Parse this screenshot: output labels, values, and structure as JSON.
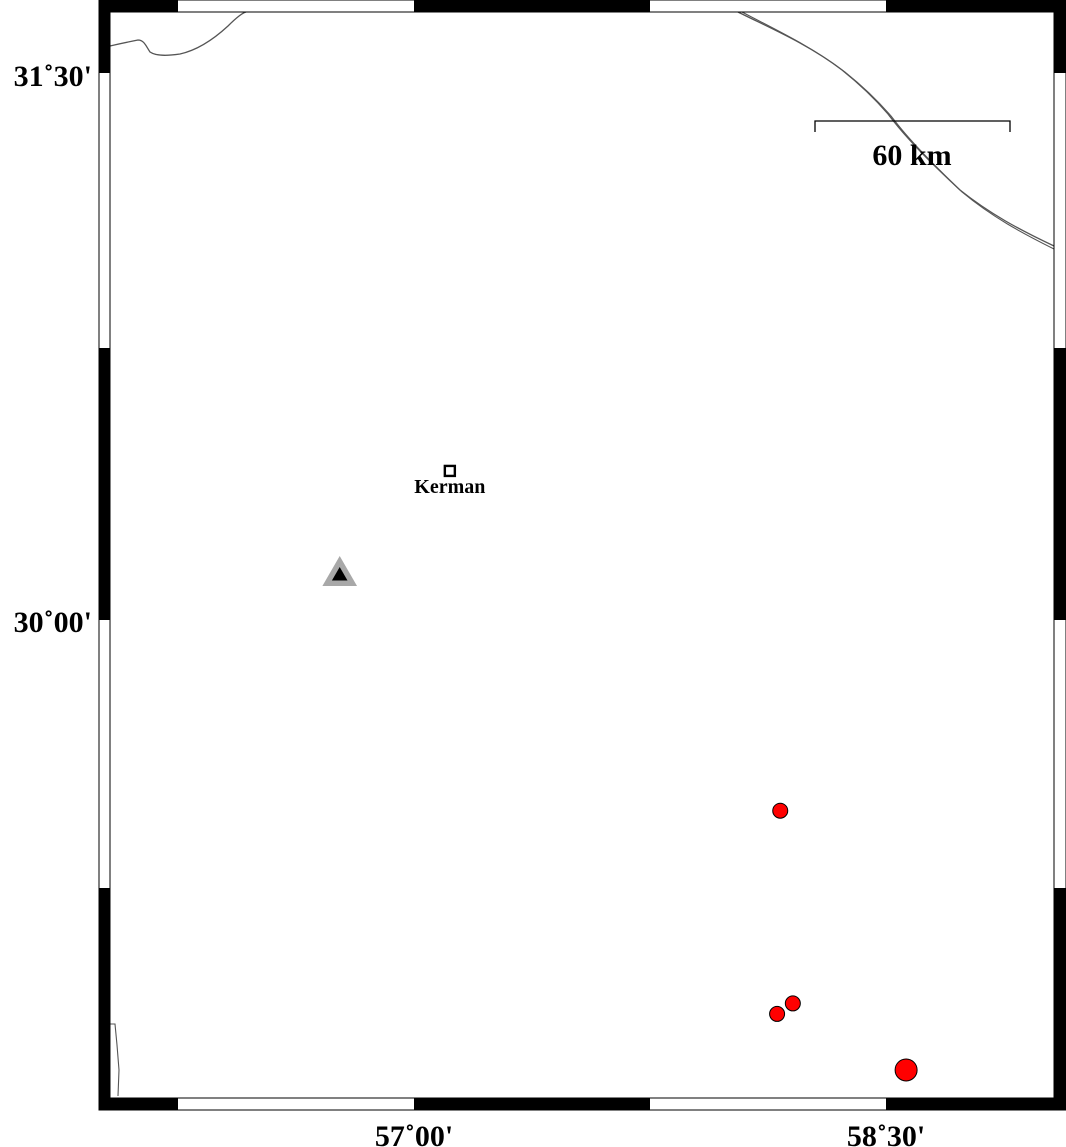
{
  "map": {
    "lon_range": [
      56.0,
      59.0
    ],
    "lat_range": [
      28.5,
      31.6
    ],
    "x_ticks": [
      {
        "label": "57˚00'"
      },
      {
        "label": "58˚30'"
      }
    ],
    "y_ticks": [
      {
        "label": "31˚30'"
      },
      {
        "label": "30˚00'"
      }
    ],
    "scale_bar": {
      "label": "60 km"
    },
    "city": {
      "name": "Kerman",
      "lon": 57.08,
      "lat": 30.29
    },
    "station": {
      "lon": 56.73,
      "lat": 29.99
    },
    "events": [
      {
        "lon": 58.13,
        "lat": 29.32,
        "size": "small"
      },
      {
        "lon": 58.17,
        "lat": 28.77,
        "size": "small"
      },
      {
        "lon": 58.12,
        "lat": 28.74,
        "size": "small"
      },
      {
        "lon": 58.53,
        "lat": 28.58,
        "size": "large"
      }
    ],
    "colors": {
      "event_fill": "#ff0000",
      "station_outer": "#a8a8a8",
      "station_inner": "#000000",
      "coastline": "#555555",
      "frame": "#000000"
    }
  }
}
